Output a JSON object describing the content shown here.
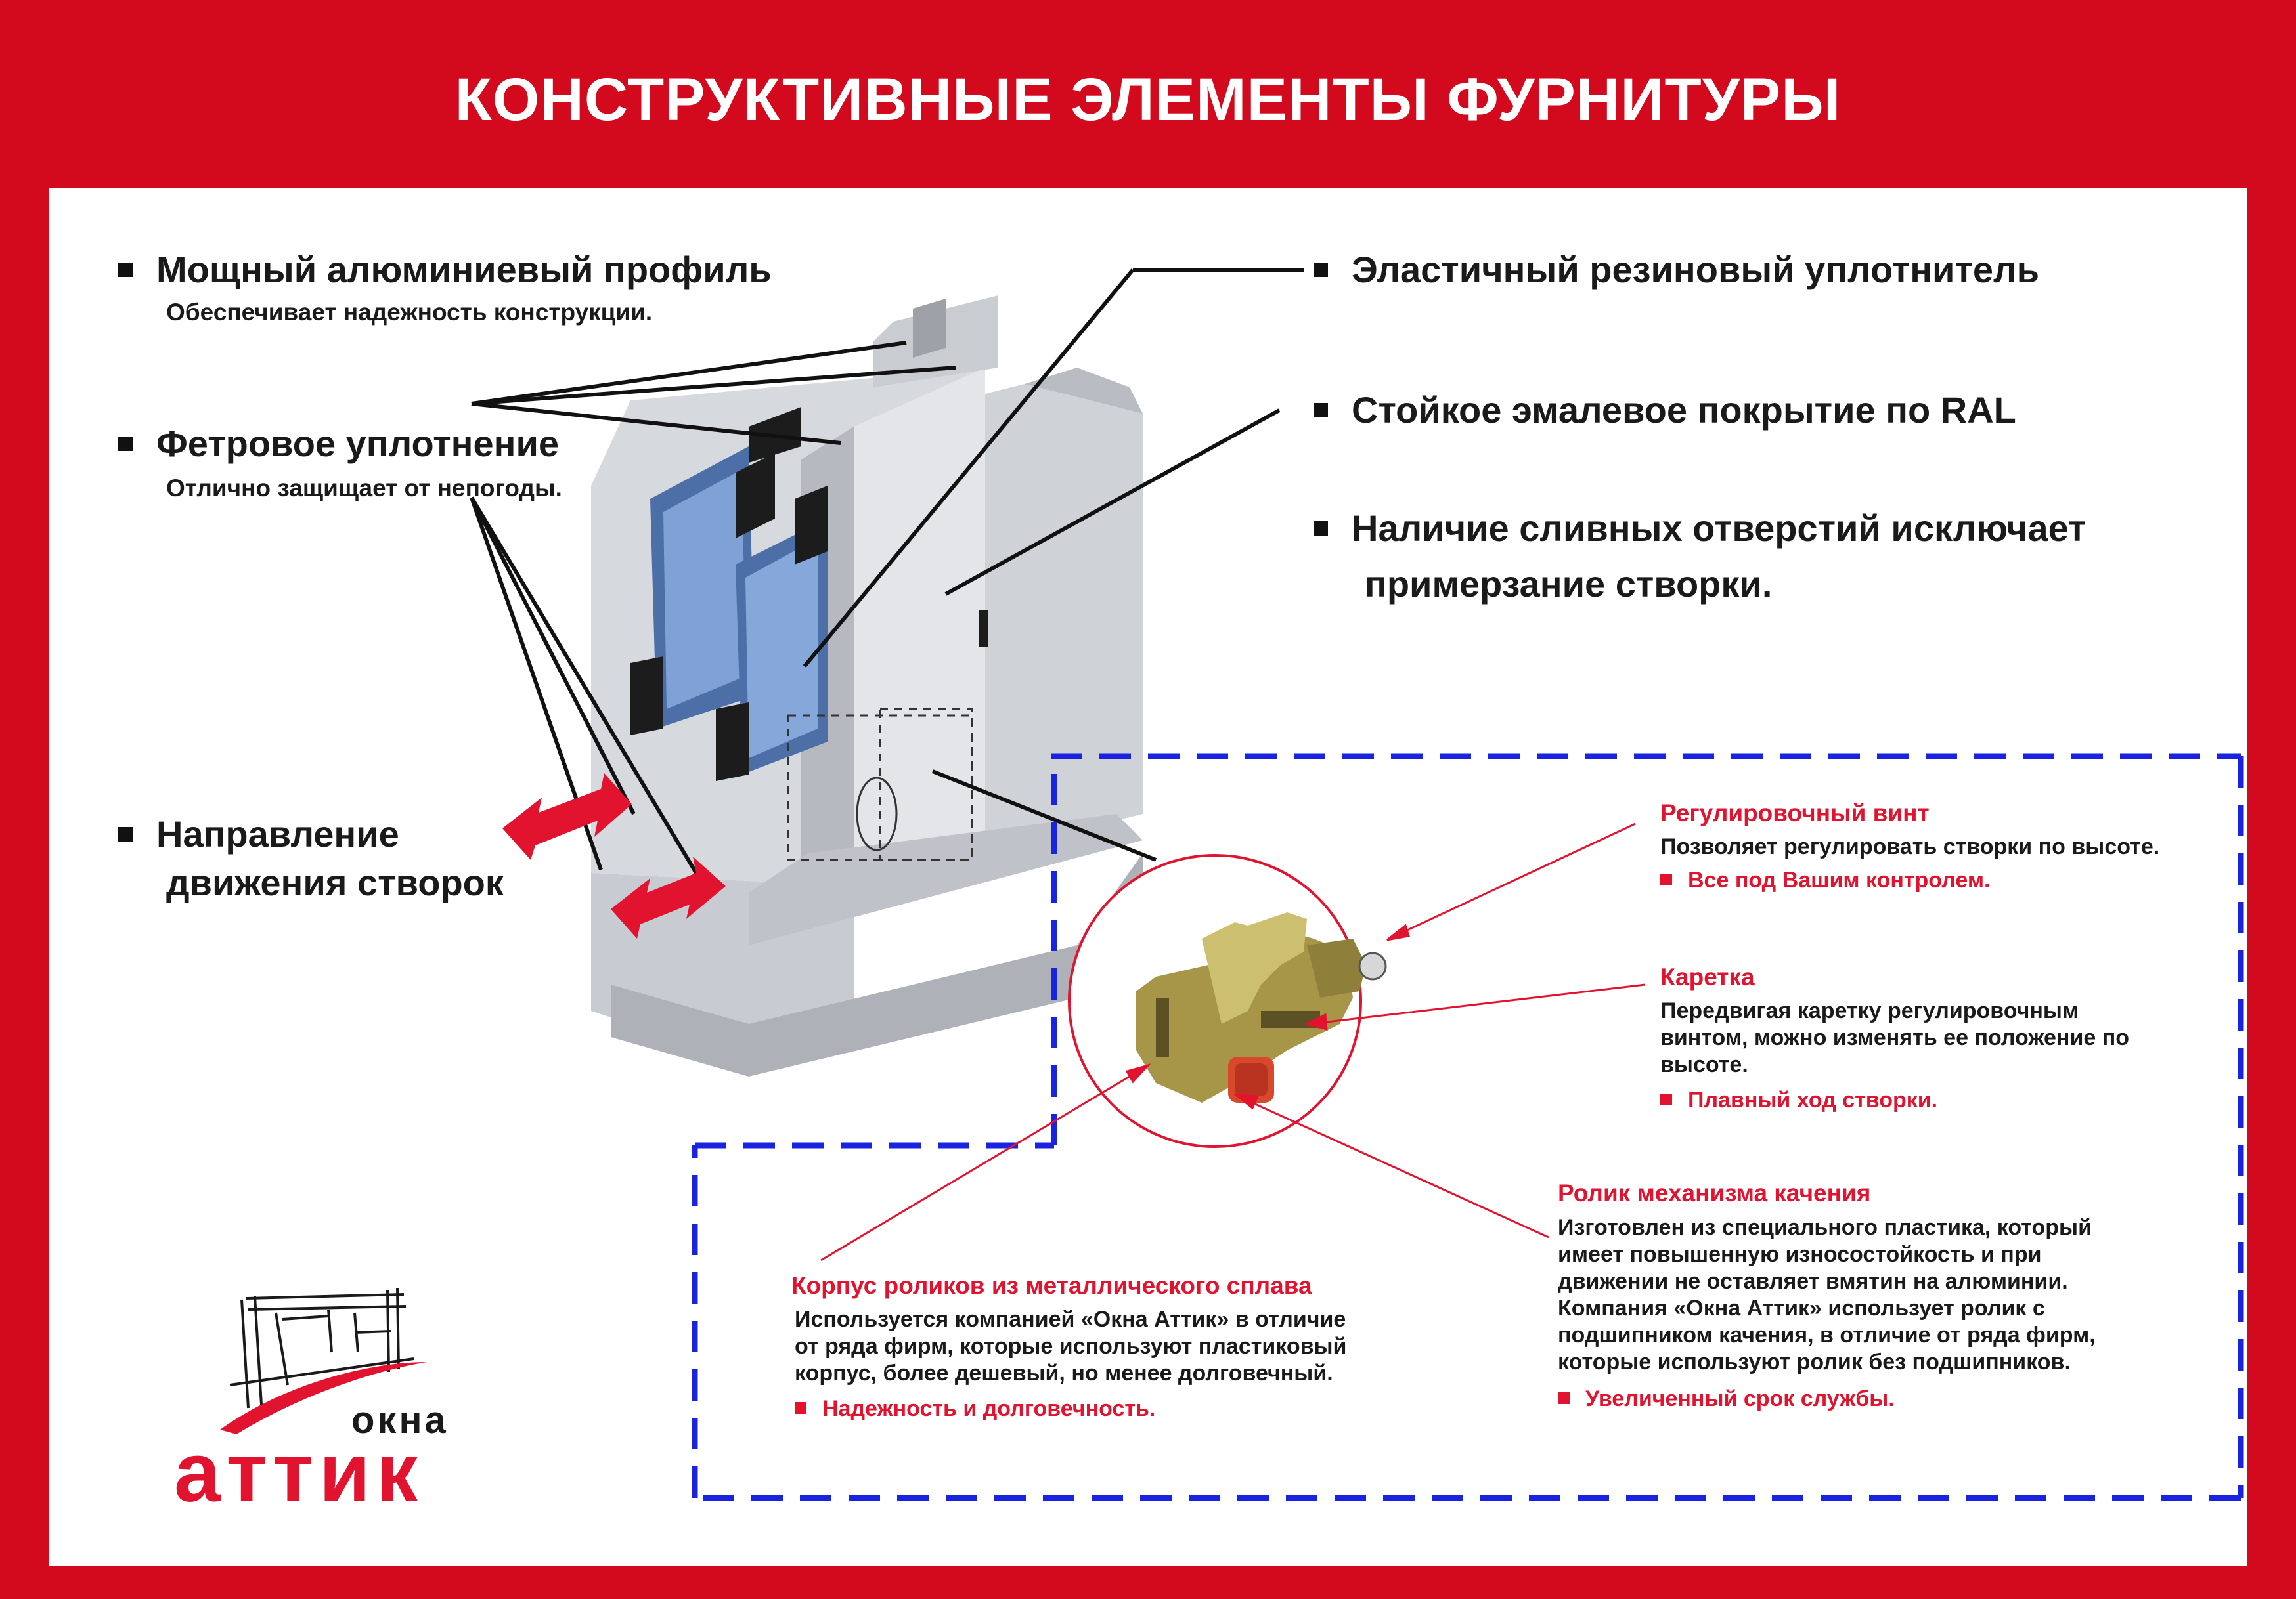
{
  "title": "КОНСТРУКТИВНЫЕ ЭЛЕМЕНТЫ ФУРНИТУРЫ",
  "left": {
    "item1": {
      "title": "Мощный алюминиевый профиль",
      "subtitle": "Обеспечивает надежность конструкции."
    },
    "item2": {
      "title": "Фетровое уплотнение",
      "subtitle": "Отлично защищает от непогоды."
    },
    "item3": {
      "line1": "Направление",
      "line2": "движения створок"
    }
  },
  "right": {
    "item1": "Эластичный резиновый уплотнитель",
    "item2": "Стойкое эмалевое покрытие по RAL",
    "item3_line1": "Наличие сливных отверстий исключает",
    "item3_line2": "примерзание створки."
  },
  "details": {
    "screw": {
      "title": "Регулировочный винт",
      "body": "Позволяет регулировать створки по высоте.",
      "note": "Все под Вашим контролем."
    },
    "carriage": {
      "title": "Каретка",
      "body": "Передвигая каретку регулировочным\nвинтом, можно изменять ее положение по\nвысоте.",
      "note": "Плавный ход створки."
    },
    "roller": {
      "title": "Ролик механизма качения",
      "body": "Изготовлен из специального пластика, который\nимеет повышенную износостойкость и при\nдвижении не оставляет вмятин на алюминии.\nКомпания «Окна Аттик» использует ролик с\nподшипником качения, в отличие от ряда фирм,\nкоторые используют ролик без подшипников.",
      "note": "Увеличенный срок службы."
    },
    "housing": {
      "title": "Корпус роликов из металлического сплава",
      "body": "Используется компанией «Окна Аттик» в отличие\nот ряда фирм, которые используют пластиковый\nкорпус, более дешевый, но менее долговечный.",
      "note": "Надежность и долговечность."
    }
  },
  "logo": {
    "small": "окна",
    "big": "аттик"
  },
  "colors": {
    "brand_red": "#d30a1e",
    "accent_red": "#e2132f",
    "dash_blue": "#1a23e0"
  }
}
